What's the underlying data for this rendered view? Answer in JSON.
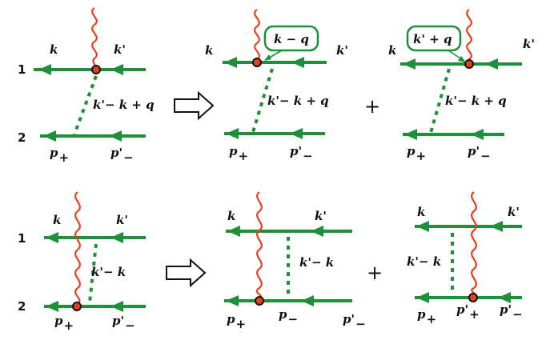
{
  "top_left": {
    "row1": "1",
    "row2": "2",
    "k": "k",
    "kp": "k'",
    "exchange": "k'− k + q",
    "p_plus": "p",
    "p_plus_sub": "+",
    "p_minus": "p'",
    "p_minus_sub": "−"
  },
  "top_mid": {
    "k": "k",
    "kp": "k'",
    "box": "k − q",
    "exchange": "k'− k + q",
    "p_plus": "p",
    "p_plus_sub": "+",
    "p_minus": "p'",
    "p_minus_sub": "−"
  },
  "top_right": {
    "k": "k",
    "kp": "k'",
    "box": "k' + q",
    "exchange": "k'− k + q",
    "p_plus": "p",
    "p_plus_sub": "+",
    "p_minus": "p'",
    "p_minus_sub": "−"
  },
  "bot_left": {
    "row1": "1",
    "row2": "2",
    "k": "k",
    "kp": "k'",
    "exchange": "k'− k",
    "p_plus": "p",
    "p_plus_sub": "+",
    "p_minus": "p'",
    "p_minus_sub": "−"
  },
  "bot_mid": {
    "k": "k",
    "kp": "k'",
    "exchange": "k'− k",
    "p_plus": "p",
    "p_plus_sub": "+",
    "p_mid": "p",
    "p_mid_sub": "−",
    "p_minus": "p'",
    "p_minus_sub": "−"
  },
  "bot_right": {
    "k": "k",
    "kp": "k'",
    "exchange": "k'− k",
    "p_plus": "p",
    "p_plus_sub": "+",
    "p_mid": "p'",
    "p_mid_sub": "+",
    "p_minus": "p'",
    "p_minus_sub": "−"
  },
  "plus_sign": "+",
  "colors": {
    "line": "#1f8f3a",
    "photon": "#e8401c",
    "vertex": "#e8401c"
  }
}
